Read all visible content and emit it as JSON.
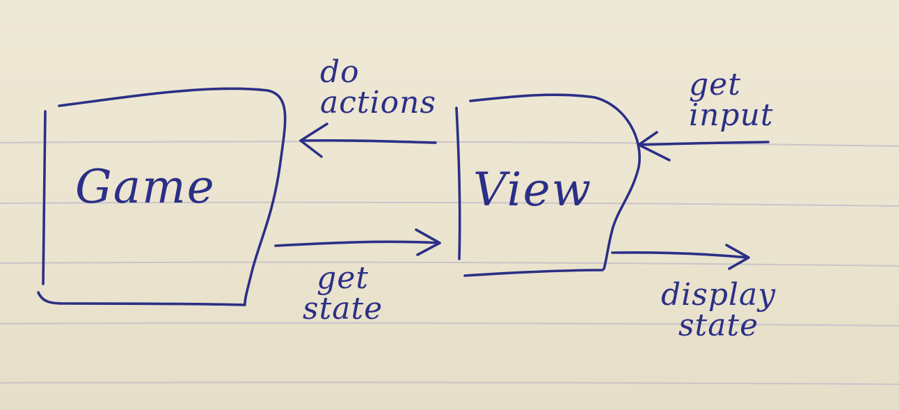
{
  "nodes": {
    "game": {
      "label": "Game"
    },
    "view": {
      "label": "View"
    }
  },
  "edges": {
    "do_actions": {
      "line1": "do",
      "line2": "actions"
    },
    "get_state": {
      "line1": "get",
      "line2": "state"
    },
    "get_input": {
      "line1": "get",
      "line2": "input"
    },
    "display_state": {
      "line1": "display",
      "line2": "state"
    }
  },
  "colors": {
    "ink": "#2b2f86",
    "paper": "#ece6d2",
    "rule_line": "#c9c4c9"
  }
}
